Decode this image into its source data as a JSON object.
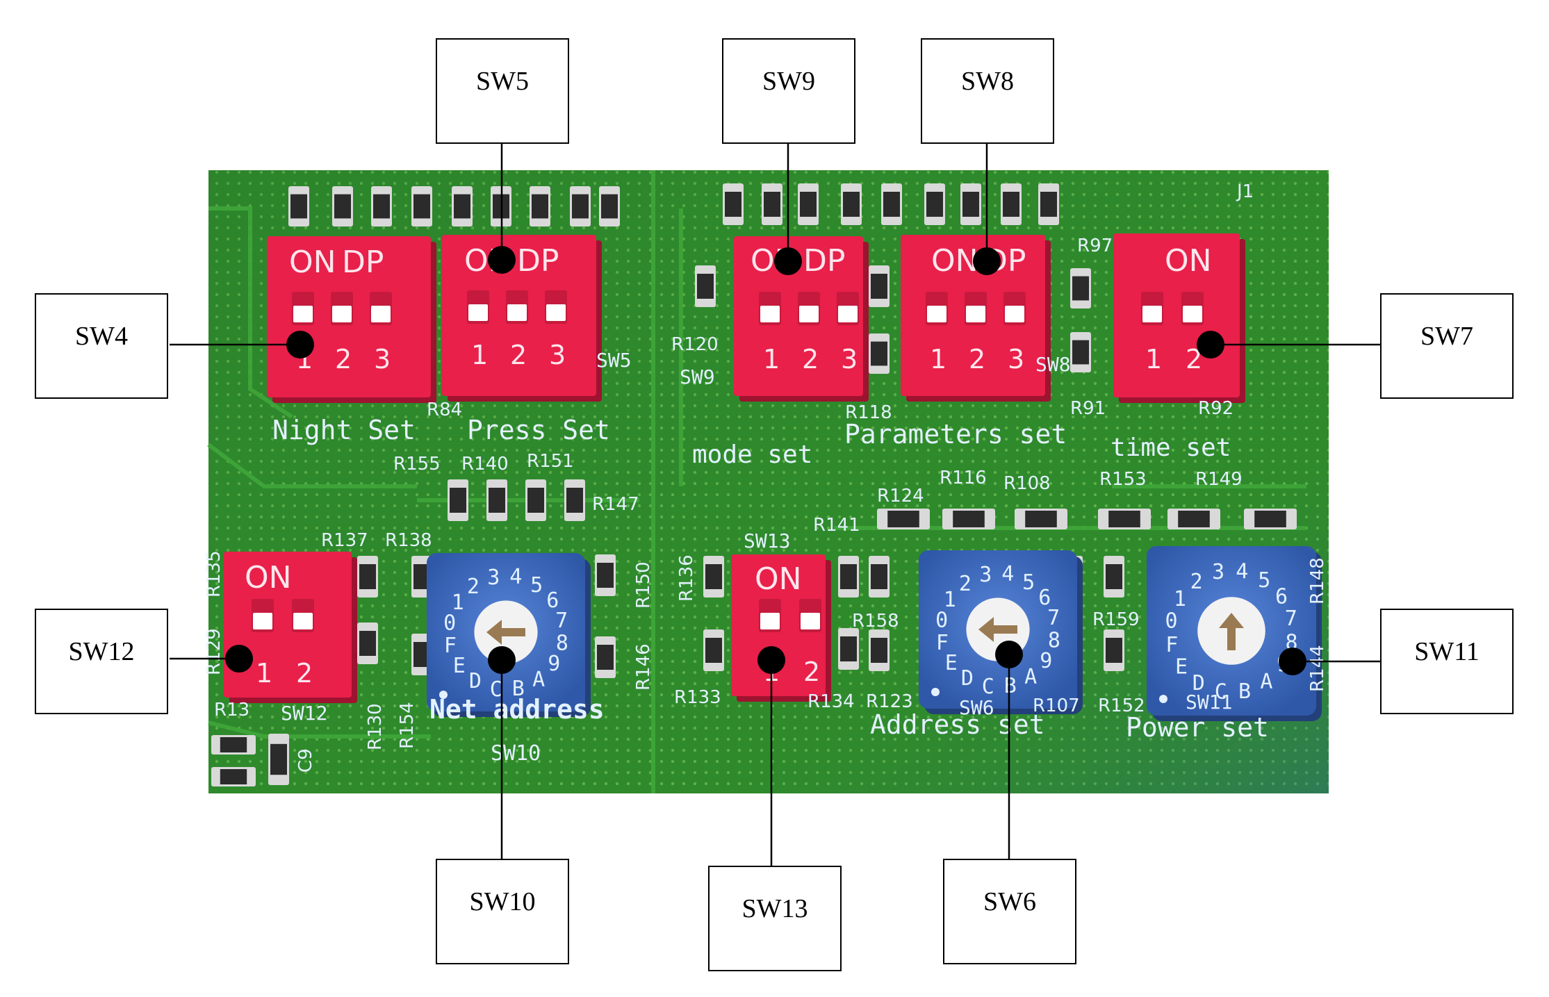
{
  "callouts": [
    {
      "id": "sw5",
      "label": "SW5"
    },
    {
      "id": "sw9",
      "label": "SW9"
    },
    {
      "id": "sw8",
      "label": "SW8"
    },
    {
      "id": "sw4",
      "label": "SW4"
    },
    {
      "id": "sw7",
      "label": "SW7"
    },
    {
      "id": "sw12",
      "label": "SW12"
    },
    {
      "id": "sw11",
      "label": "SW11"
    },
    {
      "id": "sw10",
      "label": "SW10"
    },
    {
      "id": "sw13",
      "label": "SW13"
    },
    {
      "id": "sw6",
      "label": "SW6"
    }
  ],
  "board": {
    "silkscreen": {
      "night_set": "Night Set",
      "press_set": "Press Set",
      "mode_set": "mode set",
      "parameters_set": "Parameters set",
      "time_set": "time set",
      "net_address": "Net address",
      "address_set": "Address set",
      "power_set": "Power set",
      "sw10": "SW10",
      "sw6": "SW6",
      "sw11": "SW11",
      "sw12": "SW12",
      "sw13": "SW13",
      "sw5": "SW5",
      "sw9": "SW9",
      "sw8": "SW8"
    },
    "resistors": {
      "r84": "R84",
      "r118": "R118",
      "r97": "R97",
      "r91": "R91",
      "r92": "R92",
      "r120": "R120",
      "r155": "R155",
      "r140": "R140",
      "r151": "R151",
      "r147": "R147",
      "r124": "R124",
      "r116": "R116",
      "r108": "R108",
      "r153": "R153",
      "r149": "R149",
      "r141": "R141",
      "r137": "R137",
      "r138": "R138",
      "r136": "R136",
      "r150": "R150",
      "r146": "R146",
      "r158": "R158",
      "r159": "R159",
      "r148": "R148",
      "r144": "R144",
      "r133": "R133",
      "r134": "R134",
      "r123": "R123",
      "r107": "R107",
      "r152": "R152",
      "r13": "R13",
      "r130": "R130",
      "r154": "R154",
      "c9": "C9",
      "r135": "R135",
      "r129": "R129",
      "j1": "J1"
    },
    "dip_switches": {
      "on_label": "ON",
      "dp_label": "DP",
      "three_pos_numbers": [
        "1",
        "2",
        "3"
      ],
      "two_pos_numbers": [
        "1",
        "2"
      ]
    },
    "rotary": {
      "dial_chars": "0123456789ABCDEF"
    }
  },
  "colors": {
    "pcb": "#2f8a2c",
    "dip_red": "#e8204a",
    "rotary_blue": "#3f6fc4",
    "silk": "#e3f1ff"
  }
}
